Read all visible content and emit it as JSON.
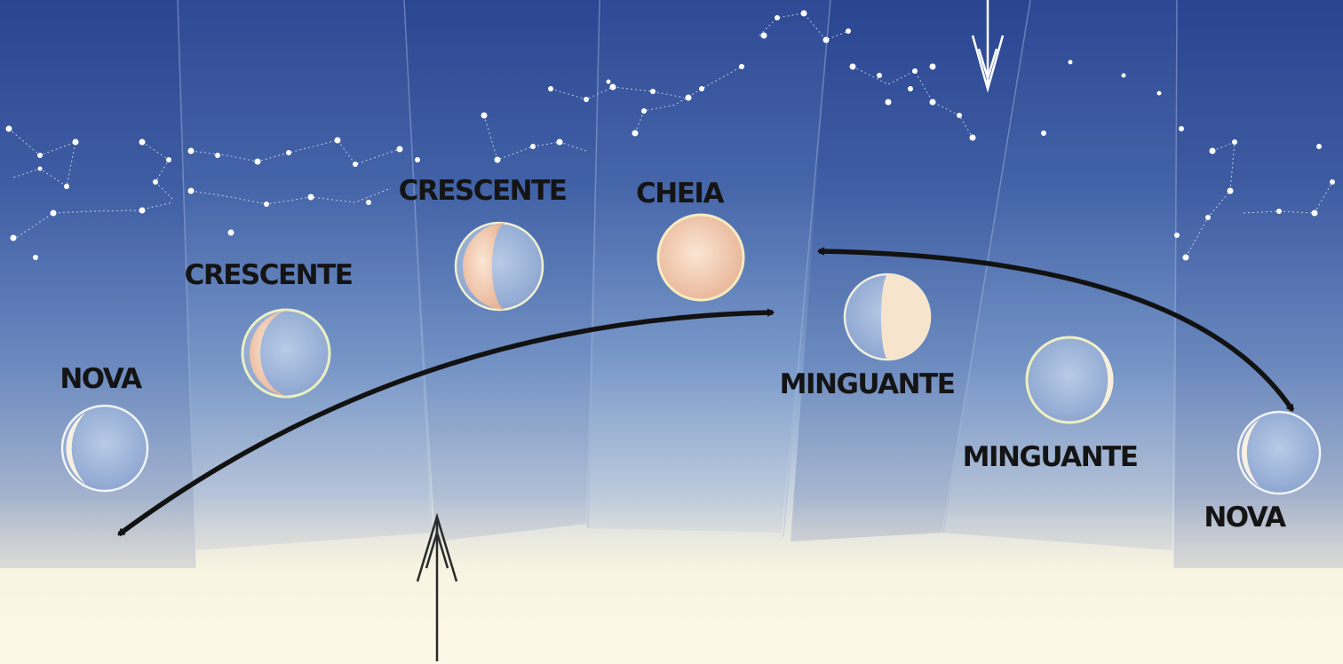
{
  "phases": [
    {
      "id": "nova-left",
      "label": "NOVA"
    },
    {
      "id": "crescente-1",
      "label": "CRESCENTE"
    },
    {
      "id": "crescente-2",
      "label": "CRESCENTE"
    },
    {
      "id": "cheia",
      "label": "CHEIA"
    },
    {
      "id": "minguante-1",
      "label": "MINGUANTE"
    },
    {
      "id": "minguante-2",
      "label": "MINGUANTE"
    },
    {
      "id": "nova-right",
      "label": "NOVA"
    }
  ],
  "colors": {
    "sky_top": "#2c4591",
    "sky_mid": "#6f92c7",
    "horizon": "#fbf6e4",
    "moon_lit": "#f5d2b8",
    "moon_dark": "#9fb6db",
    "arrow": "#121212",
    "star": "#ffffff"
  }
}
